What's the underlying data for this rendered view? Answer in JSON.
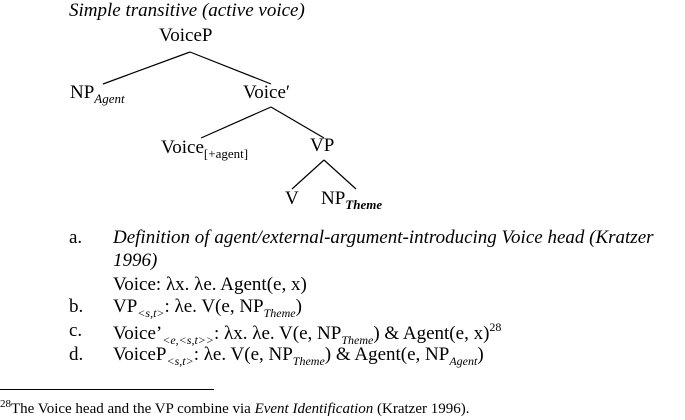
{
  "heading": "Simple transitive (active voice)",
  "tree": {
    "root": "VoiceP",
    "np_agent": {
      "base": "NP",
      "sub": "Agent"
    },
    "voice_bar": "Voice′",
    "voice_head": {
      "base": "Voice",
      "sub": "[+agent]"
    },
    "vp": "VP",
    "v": "V",
    "np_theme": {
      "base": "NP",
      "sub": "Theme"
    }
  },
  "items": {
    "a": {
      "marker": "a.",
      "title": "Definition of agent/external-argument-introducing Voice head (Kratzer",
      "title2": "1996)",
      "formula": "Voice: λx. λe. Agent(e, x)"
    },
    "b": {
      "marker": "b.",
      "head": "VP",
      "sub": "<s,t>",
      "rest": ": λe. V(e, NP",
      "rest_sub": "Theme",
      "rest_end": ")"
    },
    "c": {
      "marker": "c.",
      "head": "Voice’",
      "sub": "<e,<s,t>>",
      "rest": ": λx. λe. V(e, NP",
      "rest_sub": "Theme",
      "rest_mid": ") & Agent(e, x)",
      "sup": "28"
    },
    "d": {
      "marker": "d.",
      "head": "VoiceP",
      "sub": "<s,t>",
      "rest": ": λe. V(e, NP",
      "rest_sub": "Theme",
      "rest_mid": ") & Agent(e, NP",
      "rest_sub2": "Agent",
      "rest_end": ")"
    }
  },
  "footnote": {
    "num": "28",
    "text1": "The Voice head and the VP combine via ",
    "italic": "Event Identification",
    "text2": " (Kratzer 1996)."
  }
}
